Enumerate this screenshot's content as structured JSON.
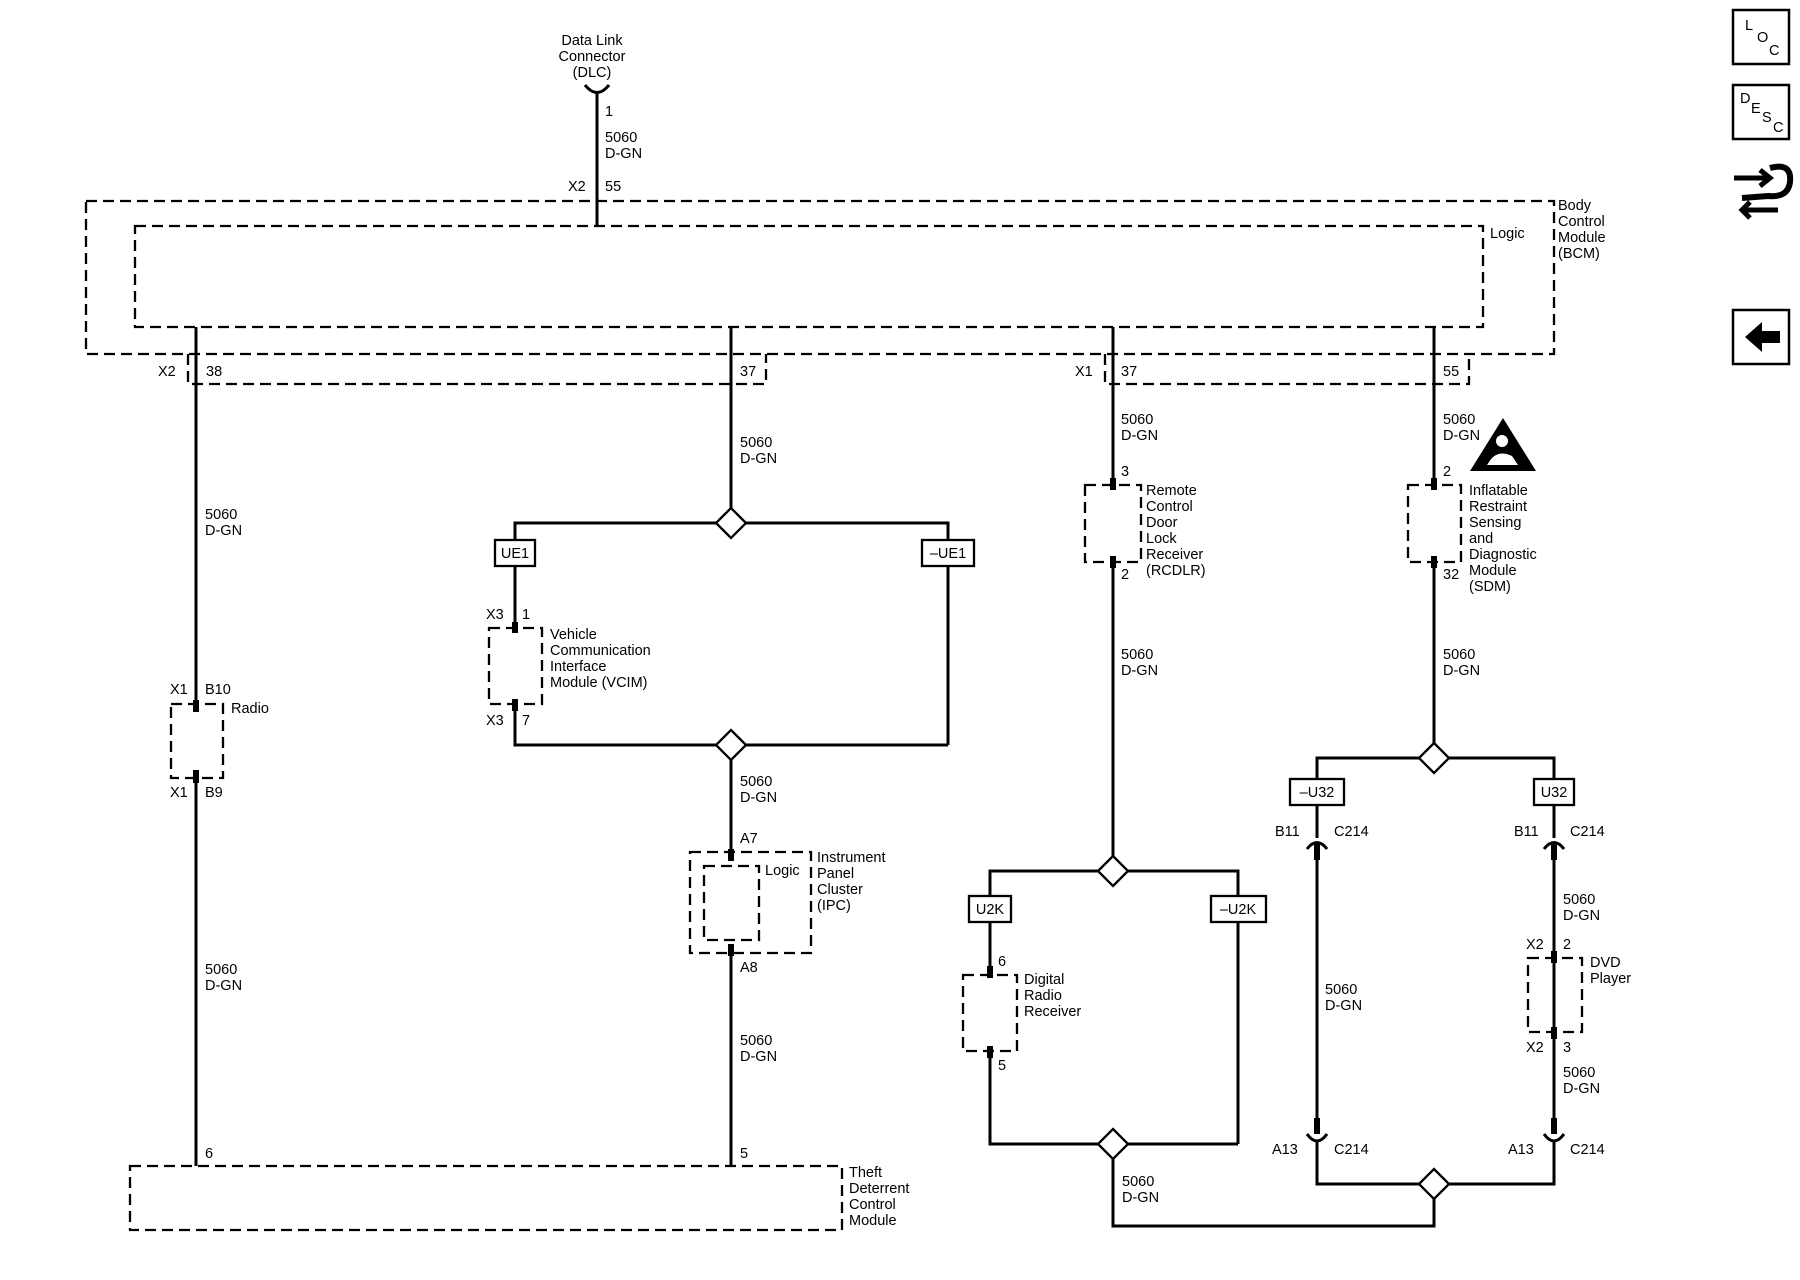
{
  "dlc": {
    "name": [
      "Data Link",
      "Connector",
      "(DLC)"
    ],
    "pin": "1",
    "circuit": "5060",
    "color": "D-GN",
    "bcm_conn": "X2",
    "bcm_pin": "55"
  },
  "bcm": {
    "name": [
      "Body",
      "Control",
      "Module",
      "(BCM)"
    ],
    "logic_label": "Logic"
  },
  "left_branch": {
    "conn": "X2",
    "pin": "38",
    "circuit": "5060",
    "color": "D-GN"
  },
  "radio": {
    "name": "Radio",
    "top_conn": "X1",
    "top_pin": "B10",
    "bottom_conn": "X1",
    "bottom_pin": "B9",
    "circuit_below": "5060",
    "color_below": "D-GN"
  },
  "vcim_branch": {
    "pin": "37",
    "circuit": "5060",
    "color": "D-GN",
    "option_left": "UE1",
    "option_right": "–UE1"
  },
  "vcim": {
    "name": [
      "Vehicle",
      "Communication",
      "Interface",
      "Module (VCIM)"
    ],
    "top_conn": "X3",
    "top_pin": "1",
    "bottom_conn": "X3",
    "bottom_pin": "7"
  },
  "ipc": {
    "name": [
      "Instrument",
      "Panel",
      "Cluster",
      "(IPC)"
    ],
    "logic_label": "Logic",
    "top_pin": "A7",
    "bottom_pin": "A8",
    "circuit_above": "5060",
    "color_above": "D-GN",
    "circuit_below": "5060",
    "color_below": "D-GN"
  },
  "tdcm": {
    "name": [
      "Theft",
      "Deterrent",
      "Control",
      "Module"
    ],
    "pin_left": "6",
    "pin_right": "5"
  },
  "rcdlr_branch": {
    "conn": "X1",
    "pin": "37",
    "circuit": "5060",
    "color": "D-GN"
  },
  "rcdlr": {
    "name": [
      "Remote",
      "Control",
      "Door",
      "Lock",
      "Receiver",
      "(RCDLR)"
    ],
    "top_pin": "3",
    "bottom_pin": "2",
    "circuit_below": "5060",
    "color_below": "D-GN",
    "option_left": "U2K",
    "option_right": "–U2K"
  },
  "drr": {
    "name": [
      "Digital",
      "Radio",
      "Receiver"
    ],
    "top_pin": "6",
    "bottom_pin": "5",
    "circuit_below": "5060",
    "color_below": "D-GN"
  },
  "sdm_branch": {
    "pin": "55",
    "circuit": "5060",
    "color": "D-GN"
  },
  "sdm": {
    "name": [
      "Inflatable",
      "Restraint",
      "Sensing",
      "and",
      "Diagnostic",
      "Module",
      "(SDM)"
    ],
    "top_pin": "2",
    "bottom_pin": "32",
    "circuit_below": "5060",
    "color_below": "D-GN",
    "option_left": "–U32",
    "option_right": "U32"
  },
  "inline_left": {
    "top_pin": "B11",
    "top_conn": "C214",
    "bottom_pin": "A13",
    "bottom_conn": "C214",
    "circuit": "5060",
    "color": "D-GN"
  },
  "dvd": {
    "name": [
      "DVD",
      "Player"
    ],
    "top_pin": "B11",
    "top_conn": "C214",
    "circuit_above": "5060",
    "color_above": "D-GN",
    "pin_in_conn": "X2",
    "pin_in": "2",
    "pin_out_conn": "X2",
    "pin_out": "3",
    "circuit_below": "5060",
    "color_below": "D-GN",
    "bottom_pin": "A13",
    "bottom_conn": "C214"
  },
  "nav": {
    "loc": [
      "L",
      "O",
      "C"
    ],
    "desc": [
      "D",
      "E",
      "S",
      "C"
    ]
  },
  "icons": [
    "connector-icon",
    "back-arrow-icon",
    "airbag-warning-icon"
  ]
}
